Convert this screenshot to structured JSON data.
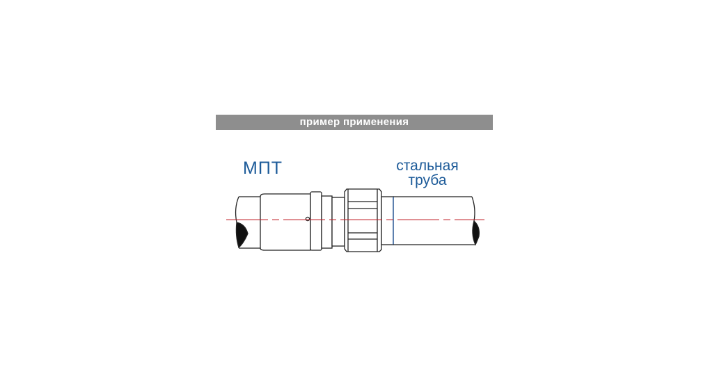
{
  "banner": {
    "title": "пример применения"
  },
  "labels": {
    "left_pipe": "МПТ",
    "right_pipe_line1": "стальная",
    "right_pipe_line2": "труба"
  },
  "colors": {
    "banner": "#8e8e8e",
    "label": "#1d5b99",
    "axis": "#c0202a",
    "outline": "#222222"
  }
}
